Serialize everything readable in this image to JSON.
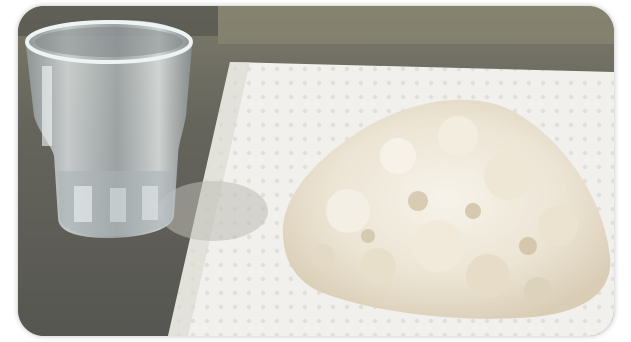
{
  "photo": {
    "palette": {
      "counter": "#5f5e57",
      "counter_highlight": "#8b8a7c",
      "paper_towel": "#f1f0ec",
      "paper_shadow": "#d7d6d0",
      "powder": "#efe7d8",
      "powder_shadow": "#d8ccb5",
      "glass": "#cfd6d9",
      "glass_edge": "#e9eef0"
    },
    "objects": [
      {
        "name": "glass-of-water",
        "kind": "clear glass"
      },
      {
        "name": "paper-towel",
        "kind": "white embossed paper towel"
      },
      {
        "name": "powder-pile",
        "kind": "white powder heap"
      },
      {
        "name": "countertop",
        "kind": "grey metallic surface"
      }
    ]
  }
}
